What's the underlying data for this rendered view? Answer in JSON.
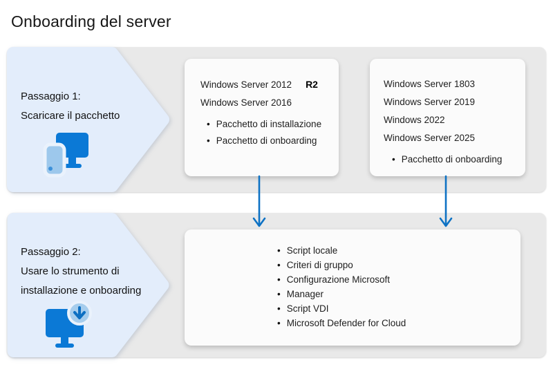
{
  "title": "Onboarding del server",
  "steps": [
    {
      "id": "step-1",
      "lines": [
        "Passaggio 1:",
        "Scaricare il pacchetto"
      ],
      "icon": "desktop-and-mobile-icon"
    },
    {
      "id": "step-2",
      "lines": [
        "Passaggio 2:",
        "Usare lo strumento di",
        "installazione e onboarding"
      ],
      "icon": "monitor-download-icon"
    }
  ],
  "panels": [
    {
      "id": "top-left-card",
      "versions": [
        "Windows Server 2012",
        "Windows Server 2016"
      ],
      "r2_suffix": "R2",
      "bullets": [
        "Pacchetto di installazione",
        "Pacchetto di onboarding"
      ]
    },
    {
      "id": "top-right-card",
      "versions": [
        "Windows Server 1803",
        "Windows Server 2019",
        "Windows 2022",
        "Windows Server 2025"
      ],
      "bullets": [
        "Pacchetto di onboarding"
      ]
    },
    {
      "id": "bottom-card",
      "bullets": [
        "Script locale",
        "Criteri di gruppo",
        "Configurazione Microsoft",
        "Manager",
        "Script VDI",
        "Microsoft Defender for Cloud"
      ]
    }
  ],
  "colors": {
    "band_gray": "#e9e9e9",
    "chevron_blue": "#e3edfb",
    "card_white": "#fbfbfb",
    "icon_blue": "#0b79d6",
    "icon_light_blue": "#9dc8ec",
    "arrow_blue": "#0e72c4",
    "text": "#1b1b1b"
  }
}
